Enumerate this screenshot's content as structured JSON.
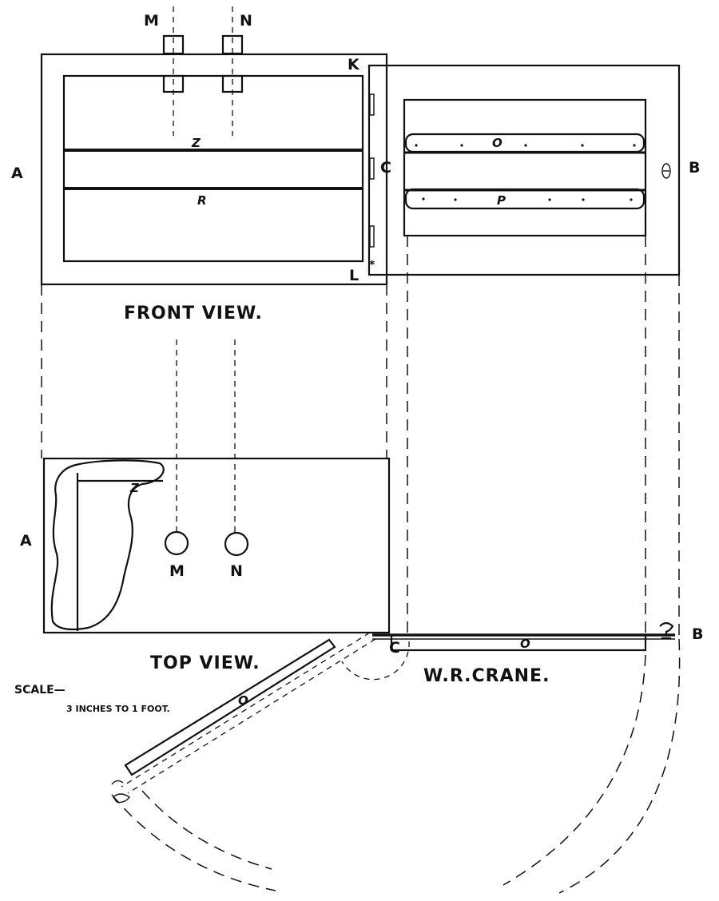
{
  "labels": {
    "front_left": "A",
    "front_right": "B",
    "hinge_front": "C",
    "corner_top": "K",
    "corner_bottom": "L",
    "rod_m_top": "M",
    "rod_n_top": "N",
    "shelf_z_front": "Z",
    "shelf_r_front": "R",
    "door_bar_o_front": "O",
    "door_bar_p_front": "P",
    "top_left": "A",
    "top_right": "B",
    "hinge_top": "C",
    "shelf_z_top": "Z",
    "rod_m_bottom": "M",
    "rod_n_bottom": "N",
    "door_o_closed": "O",
    "door_o_open": "O"
  },
  "captions": {
    "front_view": "FRONT VIEW.",
    "top_view": "TOP VIEW.",
    "author": "W.R.CRANE.",
    "scale_title": "SCALE—",
    "scale_value": "3 INCHES TO 1 FOOT."
  }
}
